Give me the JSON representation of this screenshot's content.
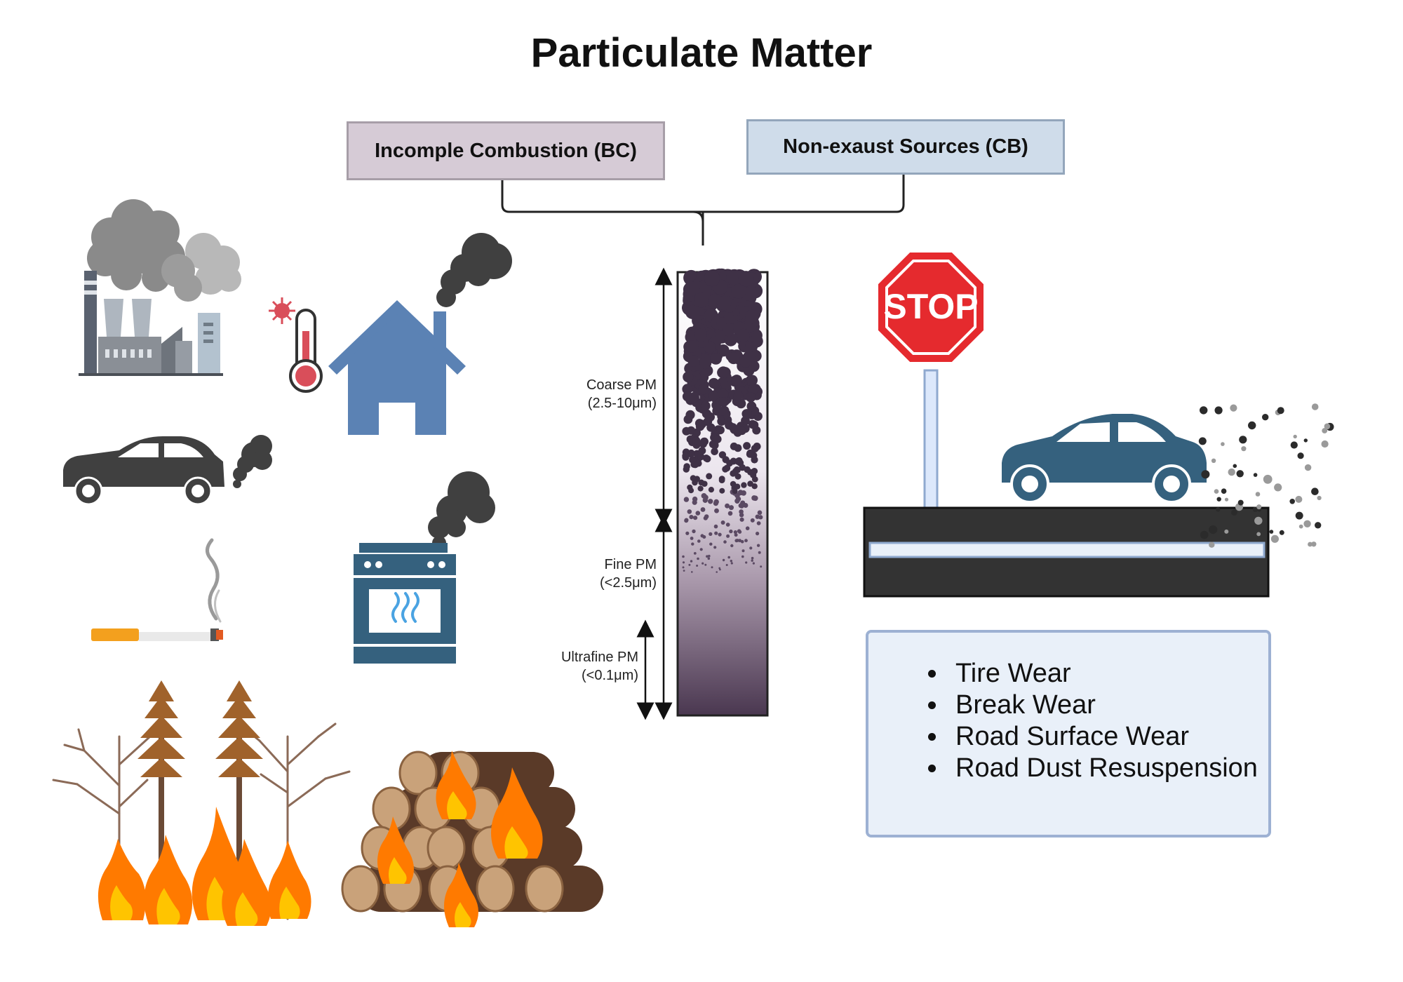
{
  "title": "Particulate Matter",
  "sources": {
    "combustion_label": "Incomple Combustion (BC)",
    "non_exhaust_label": "Non-exaust Sources (CB)"
  },
  "size_scale": {
    "coarse": {
      "name": "Coarse PM",
      "range": "(2.5-10μm)"
    },
    "fine": {
      "name": "Fine PM",
      "range": "(<2.5μm)"
    },
    "ultrafine": {
      "name": "Ultrafine PM",
      "range": "(<0.1μm)"
    }
  },
  "stop_sign_text": "STOP",
  "non_exhaust_items": [
    "Tire Wear",
    "Break Wear",
    "Road Surface Wear",
    "Road Dust Resuspension"
  ],
  "colors": {
    "bc_box": "#d6cbd6",
    "cb_box": "#cfdcea",
    "particle": "#3f3146",
    "house": "#5b82b4",
    "smoke": "#404040",
    "car_right": "#35617e",
    "stop_red": "#d9272e",
    "flame_orange": "#ff7a00",
    "flame_yellow": "#ffc400",
    "wood": "#c9a27a"
  },
  "icons": [
    "factory-icon",
    "thermometer-icon",
    "house-icon",
    "car-icon",
    "cigarette-icon",
    "stove-icon",
    "forest-fire-icon",
    "log-fire-icon",
    "stop-sign-icon",
    "road-icon",
    "car-emissions-icon"
  ]
}
